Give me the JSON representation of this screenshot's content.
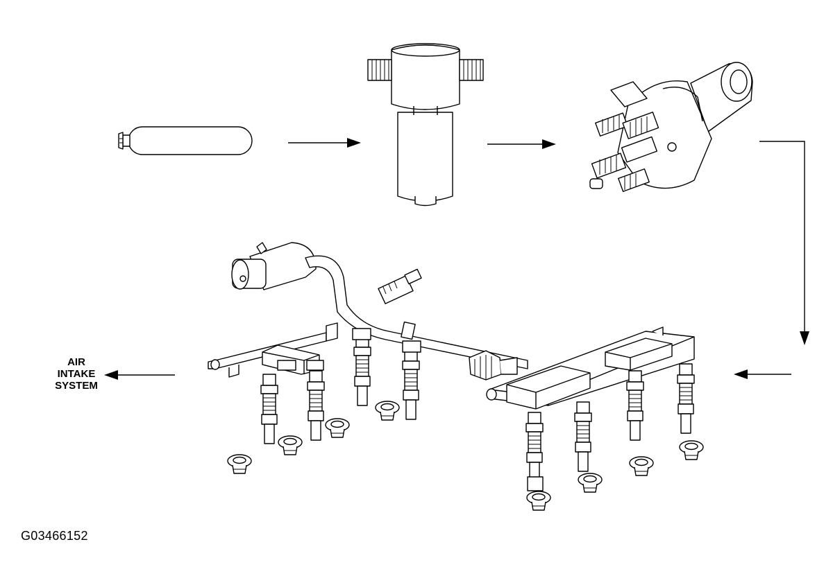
{
  "labels": {
    "air_intake_line1": "AIR",
    "air_intake_line2": "INTAKE",
    "air_intake_line3": "SYSTEM",
    "figure_id": "G03466152"
  },
  "components": [
    {
      "id": "fuel-tank-icon"
    },
    {
      "id": "fuel-filter-icon"
    },
    {
      "id": "fuel-pump-icon"
    },
    {
      "id": "fuel-rail-injector-assembly-icon"
    }
  ],
  "colors": {
    "line": "#000000",
    "background": "#ffffff"
  }
}
